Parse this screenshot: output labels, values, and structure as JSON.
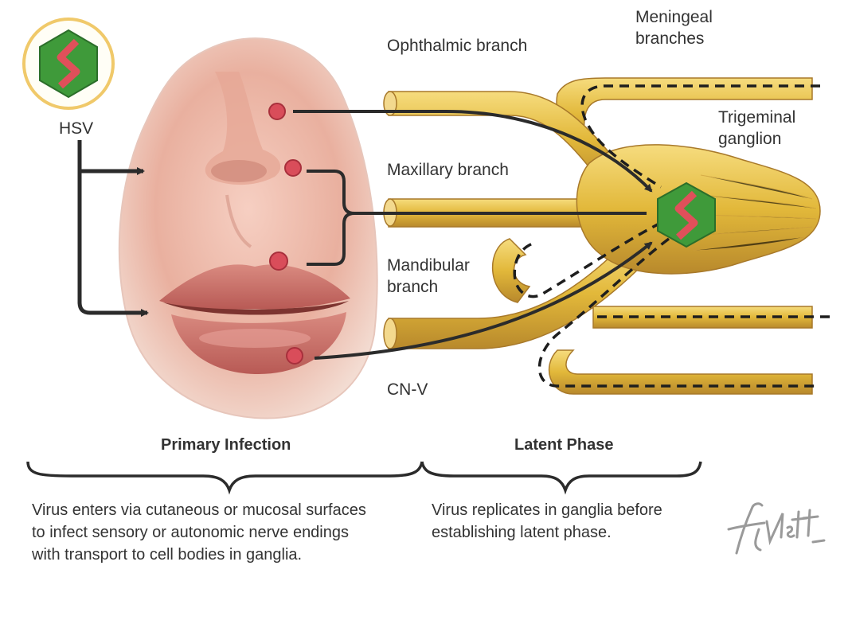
{
  "labels": {
    "hsv": "HSV",
    "ophthalmic": "Ophthalmic branch",
    "meningeal": [
      "Meningeal",
      "branches"
    ],
    "trigeminal": [
      "Trigeminal",
      "ganglion"
    ],
    "maxillary": "Maxillary branch",
    "mandibular": [
      "Mandibular",
      "branch"
    ],
    "cnv": "CN-V"
  },
  "sections": {
    "primary": {
      "title": "Primary Infection",
      "lines": [
        "Virus enters via cutaneous or mucosal surfaces",
        "to infect sensory or autonomic nerve endings",
        "with transport to cell bodies in ganglia."
      ]
    },
    "latent": {
      "title": "Latent Phase",
      "lines": [
        "Virus replicates in ganglia before",
        "establishing latent phase."
      ]
    }
  },
  "signature": "F. Netter M.D.",
  "colors": {
    "nerve": "#e2b83a",
    "nerve_dark": "#b7862a",
    "virus_green": "#3f9a3a",
    "virus_red": "#e0505a",
    "skin": "#eab3a3",
    "lip": "#c96a63",
    "halo": "#f0c96a"
  }
}
